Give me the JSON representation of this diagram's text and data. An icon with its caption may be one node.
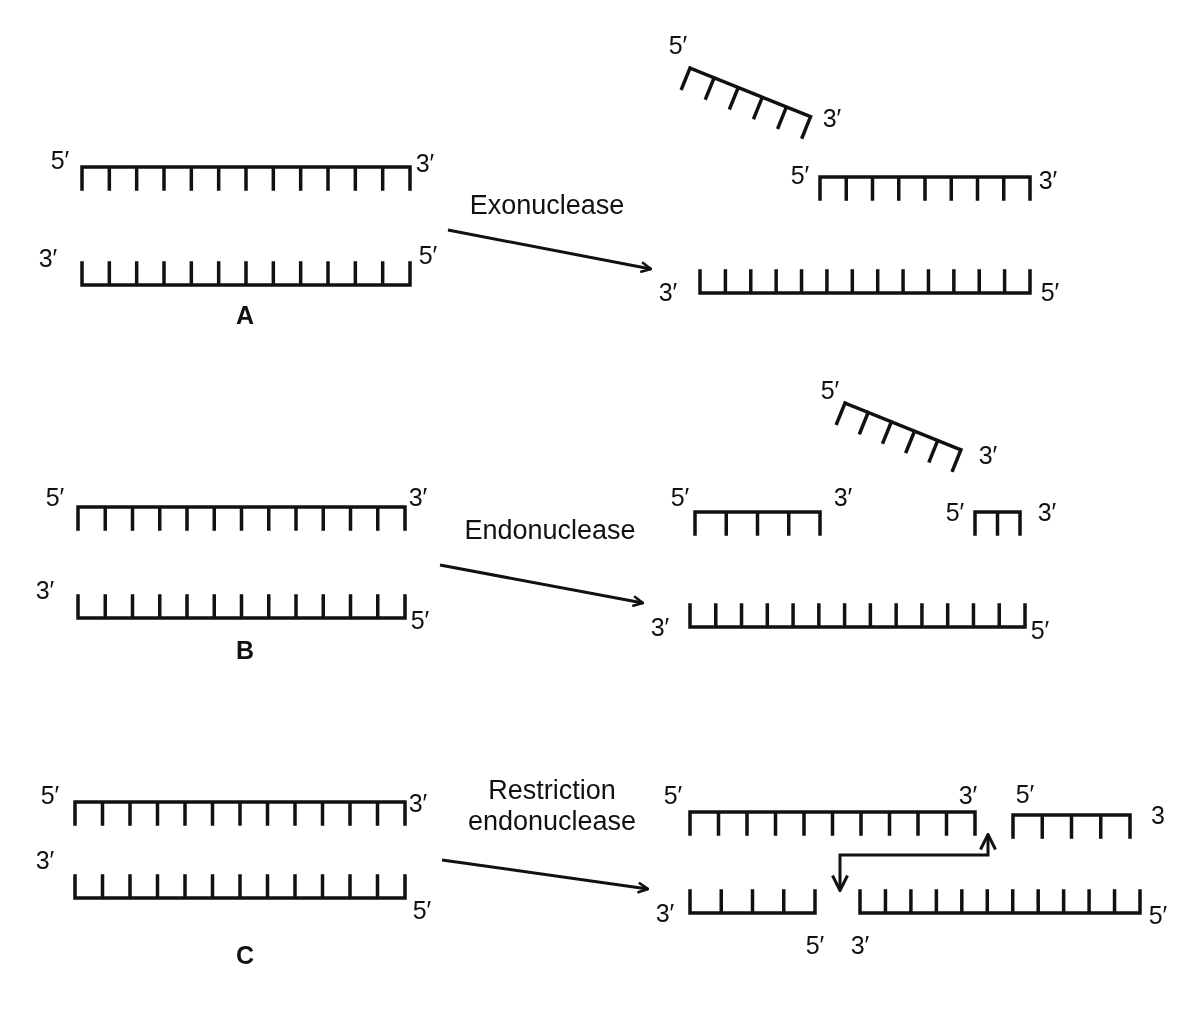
{
  "diagram": {
    "nodes": [
      {
        "text": [
          "A"
        ]
      },
      {
        "text": [
          "5′",
          "3′"
        ],
        "in": 0
      },
      {
        "text": [
          "3′",
          "5′"
        ],
        "in": 0
      },
      {
        "text": [
          "5′",
          "3′"
        ]
      },
      {
        "text": [
          "5′",
          "3′"
        ]
      },
      {
        "text": [
          "3′",
          "5′"
        ]
      },
      {
        "text": [
          "B"
        ]
      },
      {
        "text": [
          "5′",
          "3′"
        ],
        "in": 6
      },
      {
        "text": [
          "3′",
          "5′"
        ],
        "in": 6
      },
      {
        "text": [
          "5′",
          "3′"
        ]
      },
      {
        "text": [
          "5′",
          "3′"
        ]
      },
      {
        "text": [
          "5′",
          "3′"
        ]
      },
      {
        "text": [
          "3′",
          "5′"
        ]
      },
      {
        "text": [
          "C"
        ]
      },
      {
        "text": [
          "5′",
          "3′"
        ],
        "in": 13
      },
      {
        "text": [
          "3′",
          "5′"
        ],
        "in": 13
      },
      {
        "text": [
          "5′",
          "3′"
        ]
      },
      {
        "text": [
          "5′",
          "3"
        ]
      },
      {
        "text": [
          "3′",
          "5′"
        ]
      },
      {
        "text": [
          "3′",
          "5′"
        ]
      }
    ],
    "edges": [
      {
        "from": 0,
        "to": 5,
        "arrow": "to",
        "label": "Exonuclease"
      },
      {
        "from": 6,
        "to": 12,
        "arrow": "to",
        "label": "Endonuclease"
      },
      {
        "from": 13,
        "to": 18,
        "arrow": "to",
        "label": "Restriction endonuclease"
      },
      {
        "from": 18,
        "to": 16,
        "arrow": "both"
      }
    ]
  }
}
